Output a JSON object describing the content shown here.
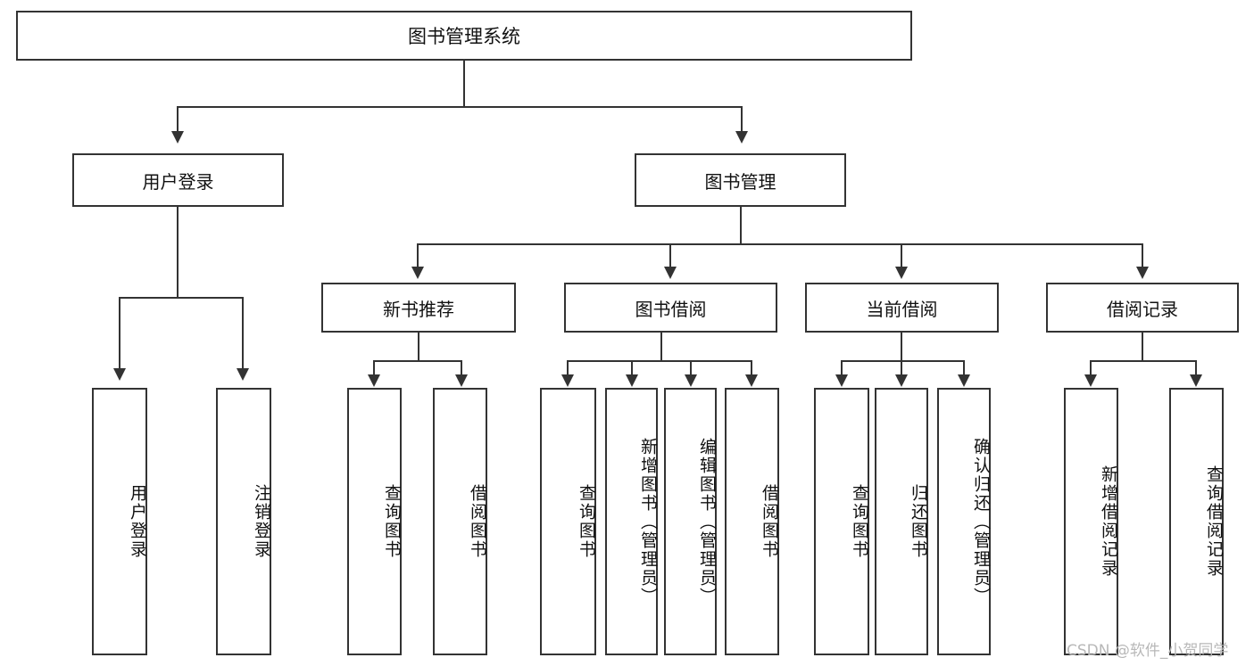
{
  "diagram": {
    "type": "tree-hierarchy-diagram",
    "title": "图书管理系统",
    "watermark": "CSDN @软件_小贺同学",
    "colors": {
      "background": "#ffffff",
      "stroke": "#333333",
      "text": "#111111",
      "watermark": "#b8b8b8"
    },
    "root": {
      "label": "图书管理系统"
    },
    "level2": [
      {
        "label": "用户登录"
      },
      {
        "label": "图书管理"
      }
    ],
    "level3": [
      {
        "label": "新书推荐"
      },
      {
        "label": "图书借阅"
      },
      {
        "label": "当前借阅"
      },
      {
        "label": "借阅记录"
      }
    ],
    "leaves": {
      "user_login": [
        {
          "label": "用户登录"
        },
        {
          "label": "注销登录"
        }
      ],
      "new_book_recommend": [
        {
          "label": "查询图书"
        },
        {
          "label": "借阅图书"
        }
      ],
      "book_borrow": [
        {
          "label": "查询图书"
        },
        {
          "label": "新增图书（管理员）"
        },
        {
          "label": "编辑图书（管理员）"
        },
        {
          "label": "借阅图书"
        }
      ],
      "current_borrow": [
        {
          "label": "查询图书"
        },
        {
          "label": "归还图书"
        },
        {
          "label": "确认归还（管理员）"
        }
      ],
      "borrow_record": [
        {
          "label": "新增借阅记录"
        },
        {
          "label": "查询借阅记录"
        }
      ]
    }
  }
}
